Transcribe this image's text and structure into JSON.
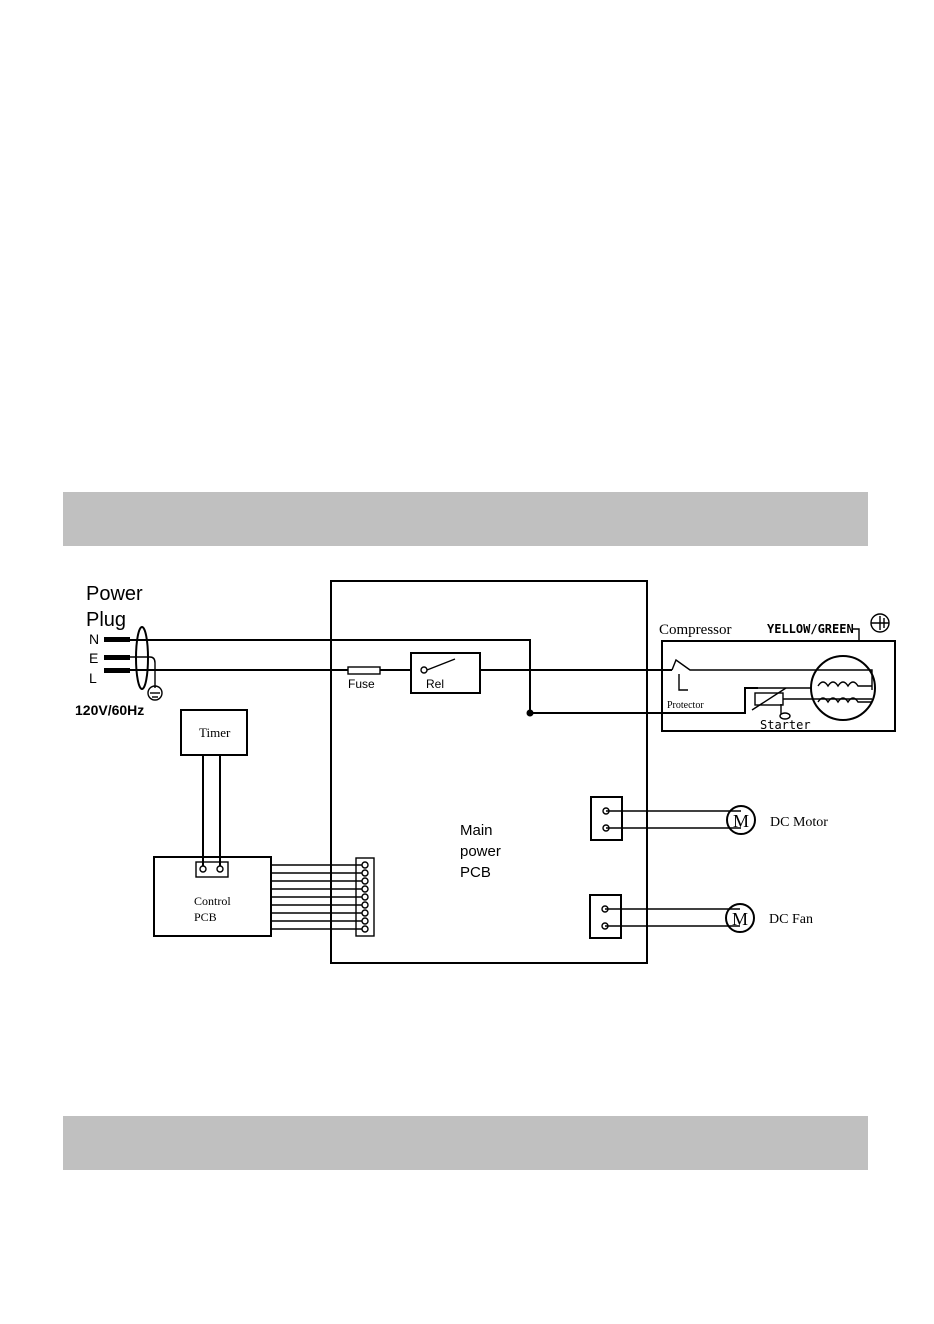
{
  "power_plug": {
    "title_line1": "Power",
    "title_line2": "Plug",
    "pin_n": "N",
    "pin_e": "E",
    "pin_l": "L",
    "rating": "120V/60Hz"
  },
  "timer": {
    "label": "Timer"
  },
  "control_pcb": {
    "line1": "Control",
    "line2": "PCB"
  },
  "main_pcb": {
    "line1": "Main",
    "line2": "power",
    "line3": "PCB"
  },
  "fuse": {
    "label": "Fuse"
  },
  "relay": {
    "label": "Rel"
  },
  "compressor": {
    "label": "Compressor",
    "ground_wire": "YELLOW/GREEN",
    "protector": "Protector",
    "starter": "Starter"
  },
  "dc_motor": {
    "label": "DC Motor",
    "symbol": "M"
  },
  "dc_fan": {
    "label": "DC Fan",
    "symbol": "M"
  }
}
